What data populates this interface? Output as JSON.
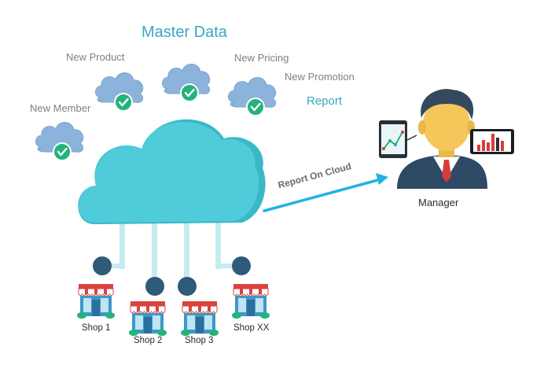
{
  "diagram": {
    "title": "Master Data",
    "clouds": [
      {
        "label": "New Product",
        "icon": "check-icon"
      },
      {
        "label": "New Pricing",
        "icon": "check-icon"
      },
      {
        "label": "New Promotion",
        "icon": "check-icon"
      },
      {
        "label": "New Member",
        "icon": "check-icon"
      }
    ],
    "report_label": "Report",
    "arrow_label": "Report On Cloud",
    "manager_label": "Manager",
    "shops": [
      "Shop 1",
      "Shop 2",
      "Shop 3",
      "Shop XX"
    ],
    "colors": {
      "main_cloud": "#4fcbd9",
      "small_cloud": "#8cb3dc",
      "check": "#23b37b",
      "node": "#2d5b78",
      "arrow": "#1fb4e6",
      "title": "#3aa6c2",
      "connector": "#c6ebf0"
    }
  }
}
